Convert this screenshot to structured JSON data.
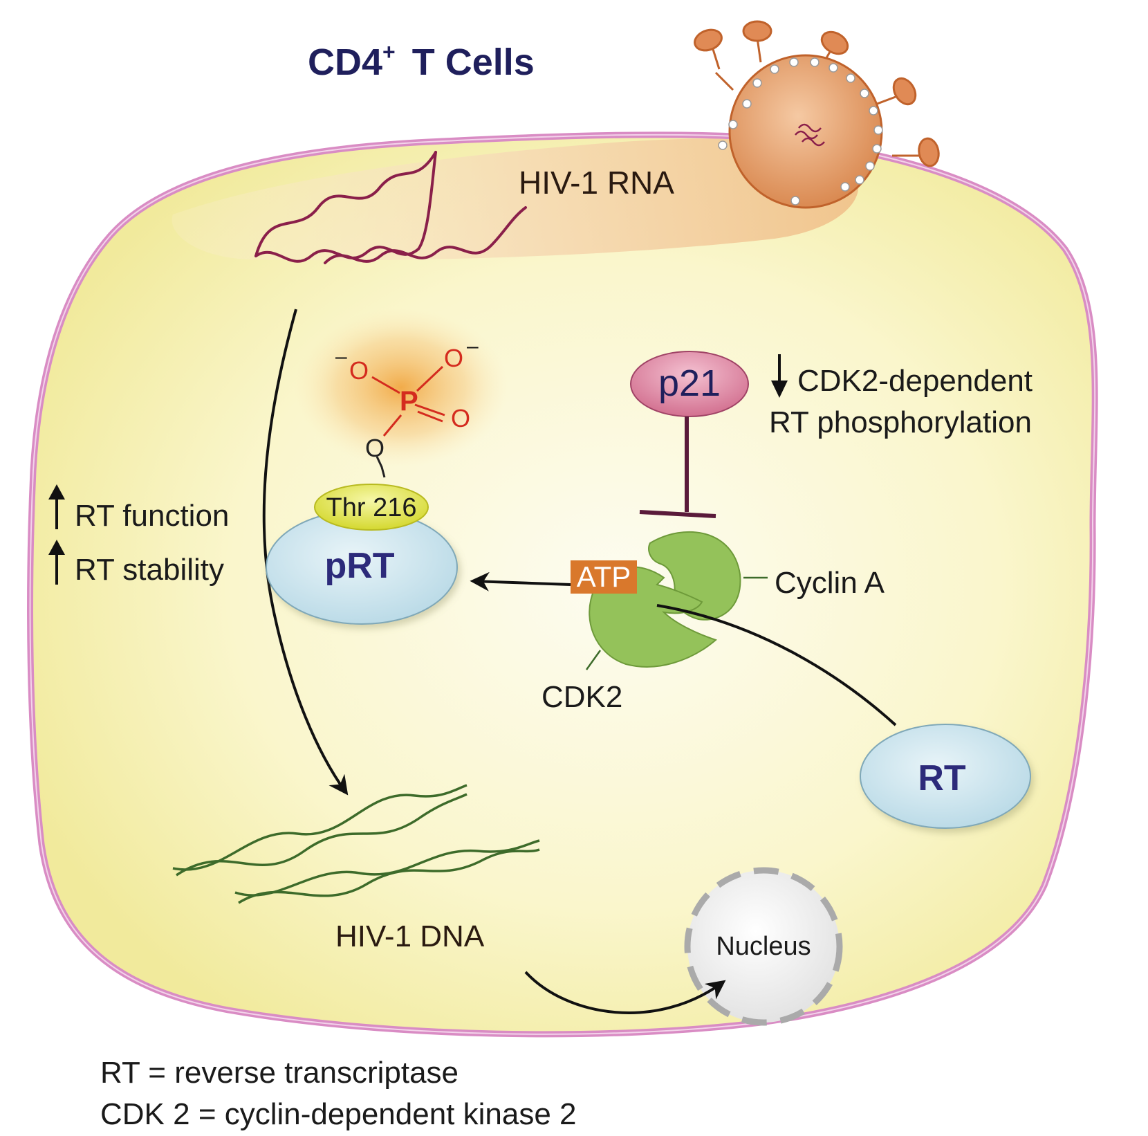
{
  "title": {
    "main": "CD4",
    "superscript": "+",
    "rest": "T Cells"
  },
  "labels": {
    "hiv_rna": "HIV-1 RNA",
    "hiv_dna": "HIV-1 DNA",
    "nucleus": "Nucleus",
    "p21": "p21",
    "cdk2_dependent": "CDK2-dependent",
    "rt_phosphorylation": "RT phosphorylation",
    "cyclin_a": "Cyclin A",
    "cdk2": "CDK2",
    "atp": "ATP",
    "prt": "pRT",
    "rt": "RT",
    "thr": "Thr 216",
    "rt_function": "RT function",
    "rt_stability": "RT stability"
  },
  "phosphate": {
    "o_minus_left": "O",
    "o_minus_right": "O",
    "minus": "–",
    "p": "P",
    "o_double": "O",
    "o_bridge": "O"
  },
  "legend": {
    "line1": "RT = reverse transcriptase",
    "line2": "CDK 2 = cyclin-dependent kinase 2"
  },
  "colors": {
    "title": "#1f1f5c",
    "cell_fill": "#f7f3b5",
    "membrane": "#d98cc4",
    "rna": "#8a1f4a",
    "dna": "#3d6b2a",
    "enzyme_green": "#94c25a",
    "rt_blue": "#cfe6ef",
    "rt_text": "#2c2a7a",
    "p21_fill": "#d4708f",
    "atp_fill": "#d9782c",
    "phosphate_red": "#d42b1e",
    "thr_fill": "#dde13a",
    "virus": "#d9814b"
  }
}
